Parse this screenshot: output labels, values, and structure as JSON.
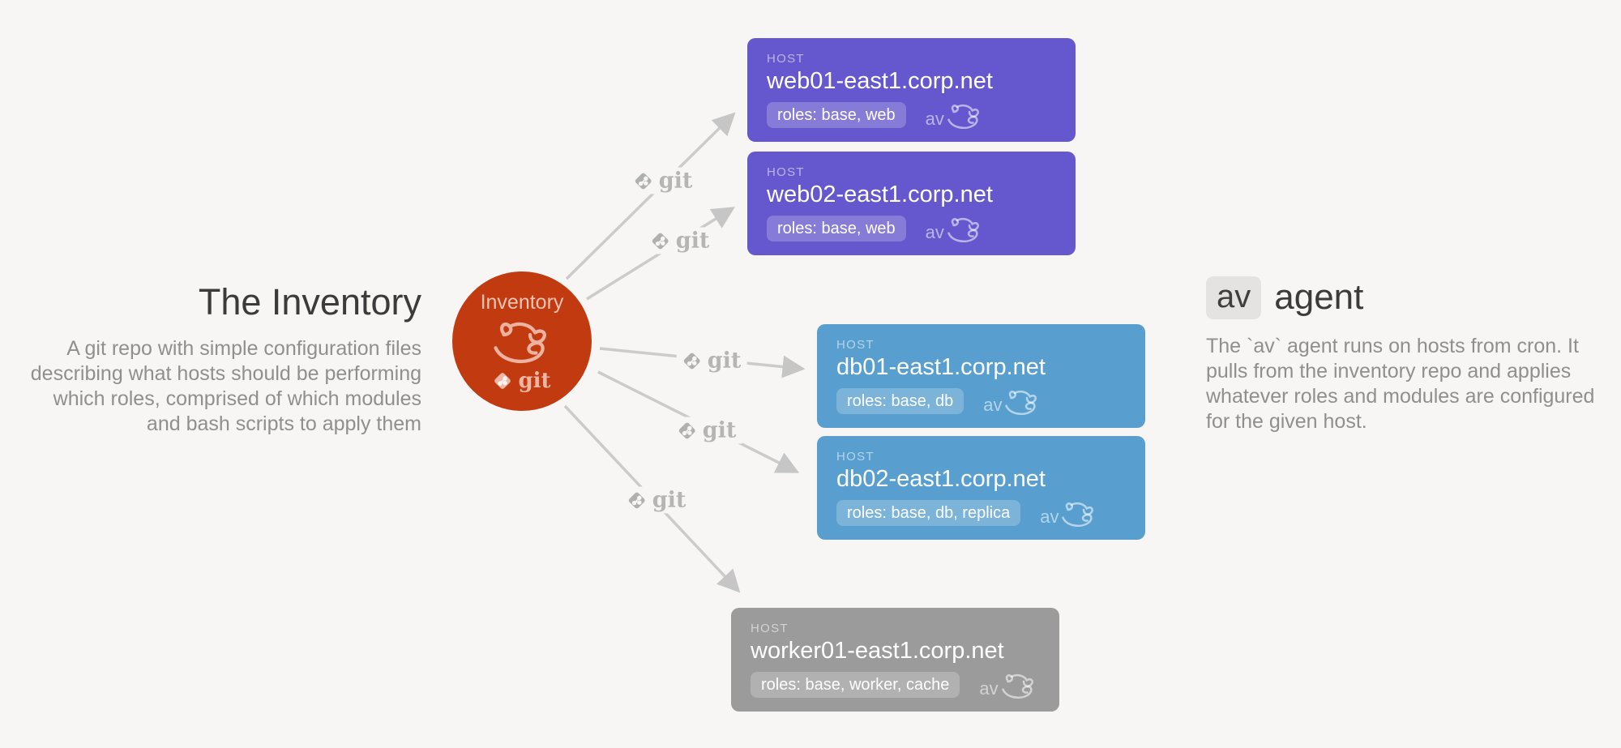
{
  "canvas": {
    "background": "#f7f6f5"
  },
  "left_note": {
    "title": "The Inventory",
    "body_lines": [
      "A git repo with simple configuration files",
      "describing what hosts should be performing",
      "which roles, comprised of which modules",
      "and bash scripts to apply them"
    ]
  },
  "right_note": {
    "title_code": "av",
    "title_rest": "agent",
    "body_lines": [
      "The `av` agent runs on hosts from cron.  It",
      "pulls from the inventory repo and applies",
      "whatever roles and modules are configured",
      "for the given host."
    ]
  },
  "inventory": {
    "label": "Inventory",
    "git_label": "git",
    "color": "#c23a10",
    "icon": "swallow-bird-icon"
  },
  "edges": {
    "label": "git",
    "arrow_color": "#cbcbcb",
    "count": 5
  },
  "hosts": [
    {
      "kicker": "HOST",
      "name": "web01-east1.corp.net",
      "roles": "roles: base, web",
      "agent": "av",
      "color": "#6558ce"
    },
    {
      "kicker": "HOST",
      "name": "web02-east1.corp.net",
      "roles": "roles: base, web",
      "agent": "av",
      "color": "#6558ce"
    },
    {
      "kicker": "HOST",
      "name": "db01-east1.corp.net",
      "roles": "roles: base, db",
      "agent": "av",
      "color": "#589fcf"
    },
    {
      "kicker": "HOST",
      "name": "db02-east1.corp.net",
      "roles": "roles: base, db, replica",
      "agent": "av",
      "color": "#589fcf"
    },
    {
      "kicker": "HOST",
      "name": "worker01-east1.corp.net",
      "roles": "roles: base, worker, cache",
      "agent": "av",
      "color": "#9b9b9b"
    }
  ]
}
